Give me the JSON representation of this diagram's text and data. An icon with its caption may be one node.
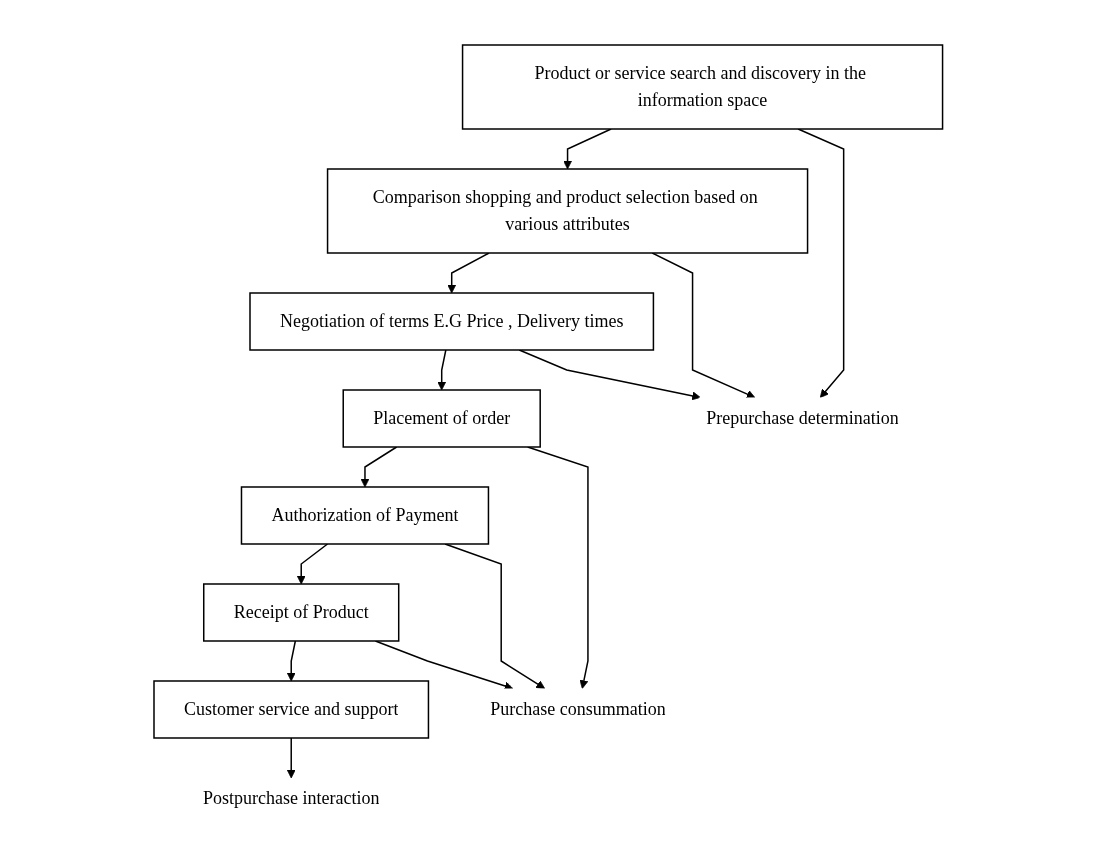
{
  "diagram": {
    "nodes": [
      {
        "text": [
          "Product or service search and discovery in the information space"
        ]
      },
      {
        "text": [
          "Comparison shopping and product selection based on various attributes"
        ]
      },
      {
        "text": [
          "Negotiation of terms E.G Price , Delivery times"
        ]
      },
      {
        "text": [
          "Placement of order"
        ]
      },
      {
        "text": [
          "Authorization of Payment"
        ]
      },
      {
        "text": [
          "Receipt of Product"
        ]
      },
      {
        "text": [
          "Customer service and support"
        ]
      },
      {
        "text": [
          "Prepurchase determination"
        ]
      },
      {
        "text": [
          "Purchase consummation"
        ]
      },
      {
        "text": [
          "Postpurchase interaction"
        ]
      }
    ],
    "edges": [
      {
        "from": 0,
        "to": 1,
        "arrow": "to"
      },
      {
        "from": 1,
        "to": 2,
        "arrow": "to"
      },
      {
        "from": 2,
        "to": 3,
        "arrow": "to"
      },
      {
        "from": 3,
        "to": 4,
        "arrow": "to"
      },
      {
        "from": 4,
        "to": 5,
        "arrow": "to"
      },
      {
        "from": 5,
        "to": 6,
        "arrow": "to"
      },
      {
        "from": 0,
        "to": 7,
        "arrow": "to"
      },
      {
        "from": 1,
        "to": 7,
        "arrow": "to"
      },
      {
        "from": 2,
        "to": 7,
        "arrow": "to"
      },
      {
        "from": 3,
        "to": 8,
        "arrow": "to"
      },
      {
        "from": 4,
        "to": 8,
        "arrow": "to"
      },
      {
        "from": 5,
        "to": 8,
        "arrow": "to"
      },
      {
        "from": 6,
        "to": 9,
        "arrow": "to"
      }
    ]
  }
}
